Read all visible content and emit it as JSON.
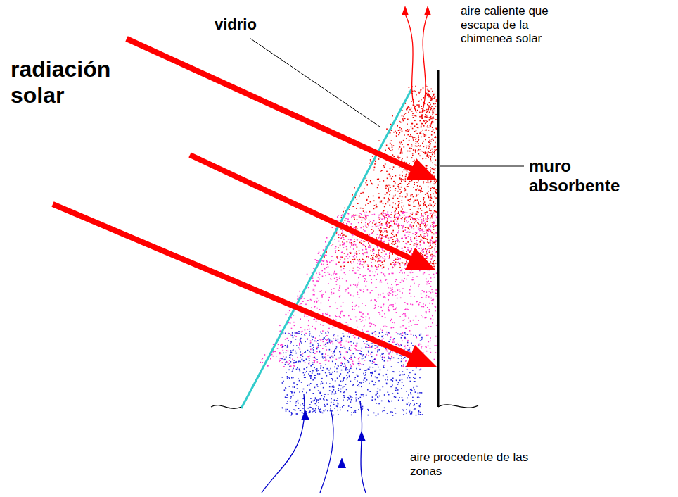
{
  "diagram": {
    "labels": [
      "radiación solar",
      "vidrio",
      "muro absorbente",
      "aire caliente que escapa de la chimenea solar",
      "aire procedente de las zonas"
    ]
  }
}
